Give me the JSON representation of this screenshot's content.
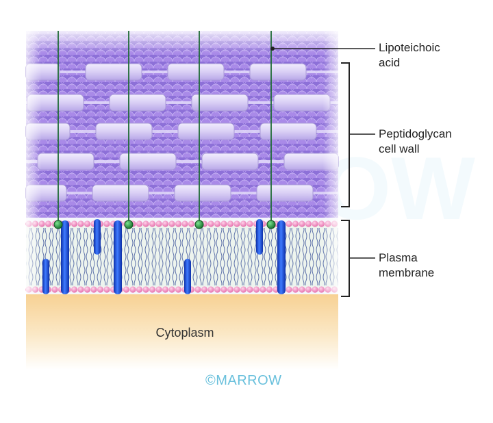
{
  "labels": {
    "lipoteichoic_line1": "Lipoteichoic",
    "lipoteichoic_line2": "acid",
    "peptidoglycan_line1": "Peptidoglycan",
    "peptidoglycan_line2": "cell wall",
    "plasma_line1": "Plasma",
    "plasma_line2": "membrane",
    "cytoplasm": "Cytoplasm"
  },
  "watermark": {
    "text": "©MARROW"
  },
  "colors": {
    "wall_purple": "#9b7fe0",
    "glycan_strand": "#d8cdf5",
    "membrane_pink": "#e878b4",
    "protein_blue": "#1a4fd6",
    "anchor_green": "#1f8a3a",
    "cytoplasm_tan": "#f7d7a0",
    "watermark_blue": "#69c0dc"
  }
}
